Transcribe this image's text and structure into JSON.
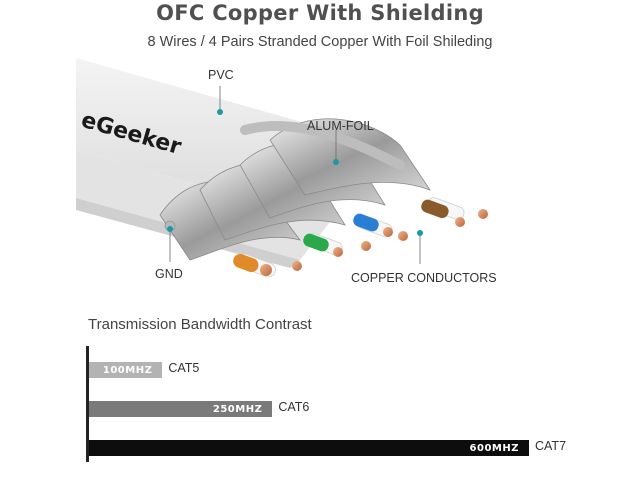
{
  "header": {
    "title": "OFC Copper With Shielding",
    "subtitle": "8 Wires / 4 Pairs Stranded Copper With Foil Shileding"
  },
  "illustration": {
    "brand_text": "eGeeker",
    "callouts": {
      "pvc": "PVC",
      "alum_foil": "ALUM-FOIL",
      "gnd": "GND",
      "copper": "COPPER CONDUCTORS"
    },
    "callout_dot_color": "#1a9aa8",
    "pair_colors": [
      "#e08a2a",
      "#2aa84a",
      "#2a7fd4",
      "#8a5a2a"
    ]
  },
  "chart_data": {
    "type": "bar",
    "orientation": "horizontal",
    "title": "Transmission Bandwidth Contrast",
    "categories": [
      "CAT5",
      "CAT6",
      "CAT7"
    ],
    "values": [
      100,
      250,
      600
    ],
    "value_labels": [
      "100MHZ",
      "250MHZ",
      "600MHZ"
    ],
    "unit": "MHz",
    "colors": [
      "#b3b3b3",
      "#7a7a7a",
      "#0d0d0d"
    ],
    "xlim": [
      0,
      600
    ],
    "grid": false,
    "legend": "none"
  }
}
